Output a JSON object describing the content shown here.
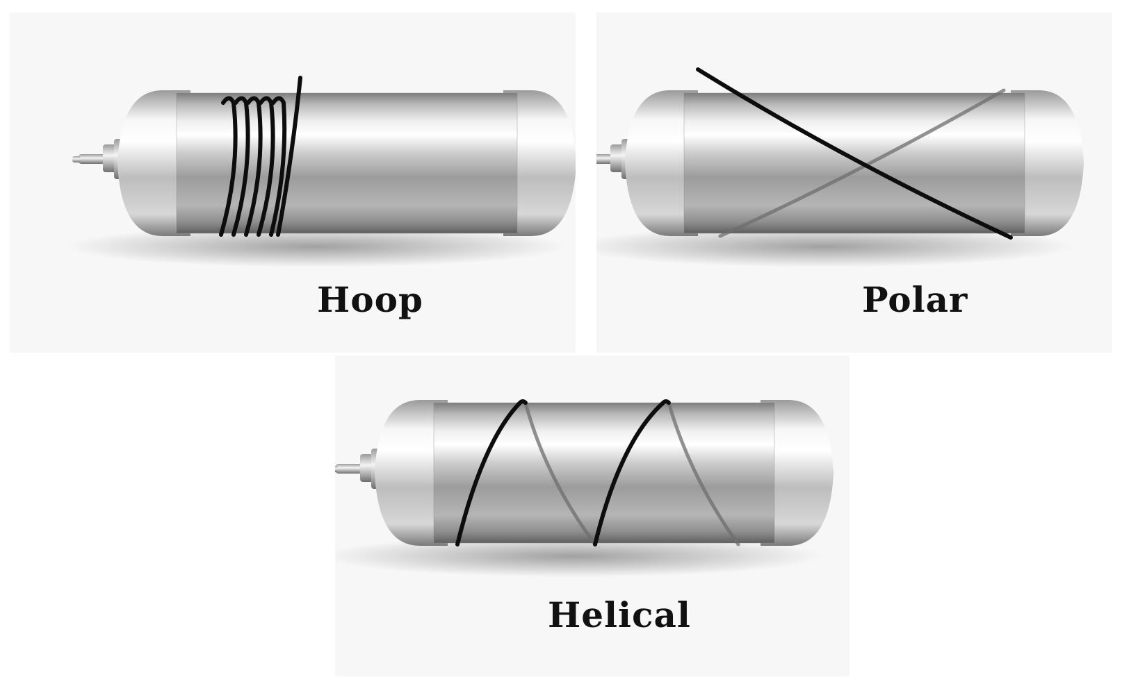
{
  "figure": {
    "panels": [
      {
        "id": "hoop",
        "label": "Hoop"
      },
      {
        "id": "polar",
        "label": "Polar"
      },
      {
        "id": "helical",
        "label": "Helical"
      }
    ],
    "colors": {
      "fiber": "#0d0d0d",
      "fiber_back": "#6e6e6e",
      "tank_dark": "#8a8a8a",
      "tank_light": "#f2f2f2",
      "background": "#f7f7f7"
    }
  }
}
